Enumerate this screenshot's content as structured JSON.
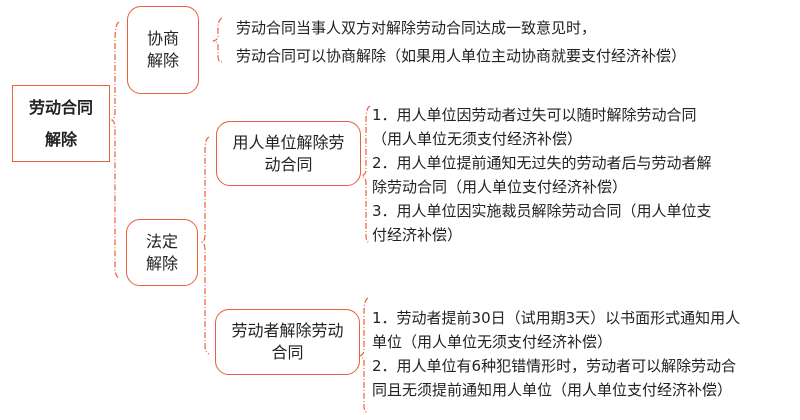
{
  "root": {
    "line1": "劳动合同",
    "line2": "解除"
  },
  "consult": {
    "label_line1": "协商",
    "label_line2": "解除",
    "text": [
      "劳动合同当事人双方对解除劳动合同达成一致意见时，",
      "劳动合同可以协商解除（如果用人单位主动协商就要支付经济补偿）"
    ]
  },
  "statutory": {
    "label_line1": "法定",
    "label_line2": "解除",
    "employer": {
      "label_line1": "用人单位解除劳",
      "label_line2": "动合同",
      "text": [
        "1．用人单位因劳动者过失可以随时解除劳动合同",
        "（用人单位无须支付经济补偿）",
        "2．用人单位提前通知无过失的劳动者后与劳动者解",
        "除劳动合同（用人单位支付经济补偿）",
        "3．用人单位因实施裁员解除劳动合同（用人单位支",
        "付经济补偿）"
      ]
    },
    "worker": {
      "label_line1": "劳动者解除劳动",
      "label_line2": "合同",
      "text": [
        "1．劳动者提前30日（试用期3天）以书面形式通知用人",
        "单位（用人单位无须支付经济补偿）",
        "2．用人单位有6种犯错情形时，劳动者可以解除劳动合",
        "同且无须提前通知用人单位（用人单位支付经济补偿）"
      ]
    }
  },
  "colors": {
    "accent": "#e8603c"
  }
}
